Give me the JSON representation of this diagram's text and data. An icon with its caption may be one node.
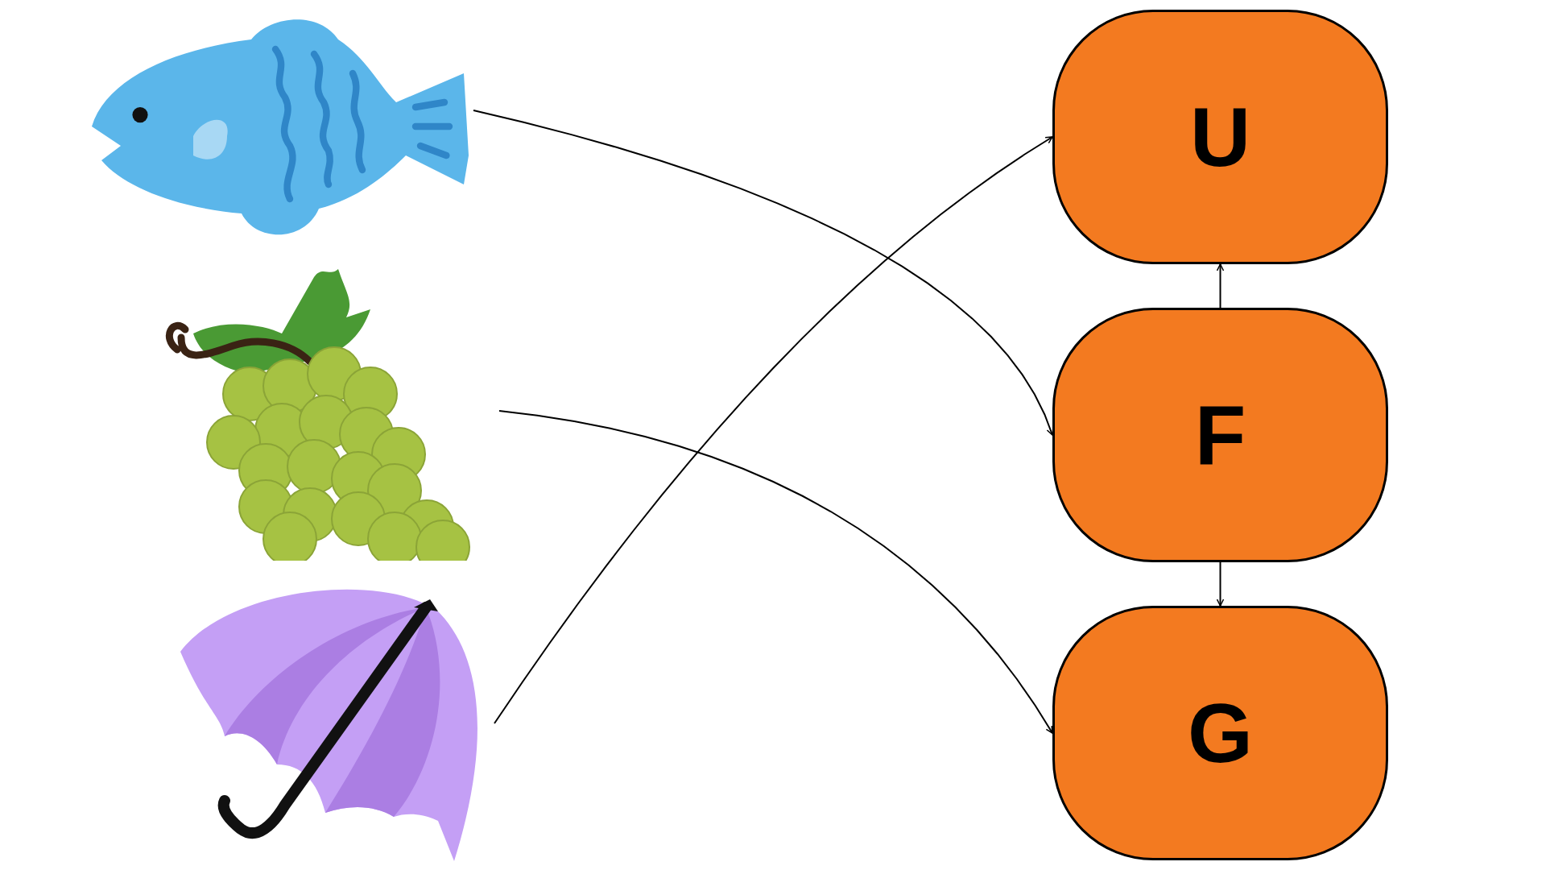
{
  "diagram": {
    "nodes": [
      {
        "text": [],
        "shape": "picture"
      },
      {
        "text": [],
        "shape": "picture"
      },
      {
        "text": [],
        "shape": "picture"
      },
      {
        "text": [
          "U"
        ]
      },
      {
        "text": [
          "F"
        ]
      },
      {
        "text": [
          "G"
        ]
      }
    ],
    "edges": [
      {
        "from": 0,
        "to": 4,
        "arrow": "to"
      },
      {
        "from": 1,
        "to": 5,
        "arrow": "to"
      },
      {
        "from": 2,
        "to": 3,
        "arrow": "to"
      },
      {
        "from": 4,
        "to": 3,
        "arrow": "to"
      },
      {
        "from": 4,
        "to": 5,
        "arrow": "to"
      }
    ]
  }
}
